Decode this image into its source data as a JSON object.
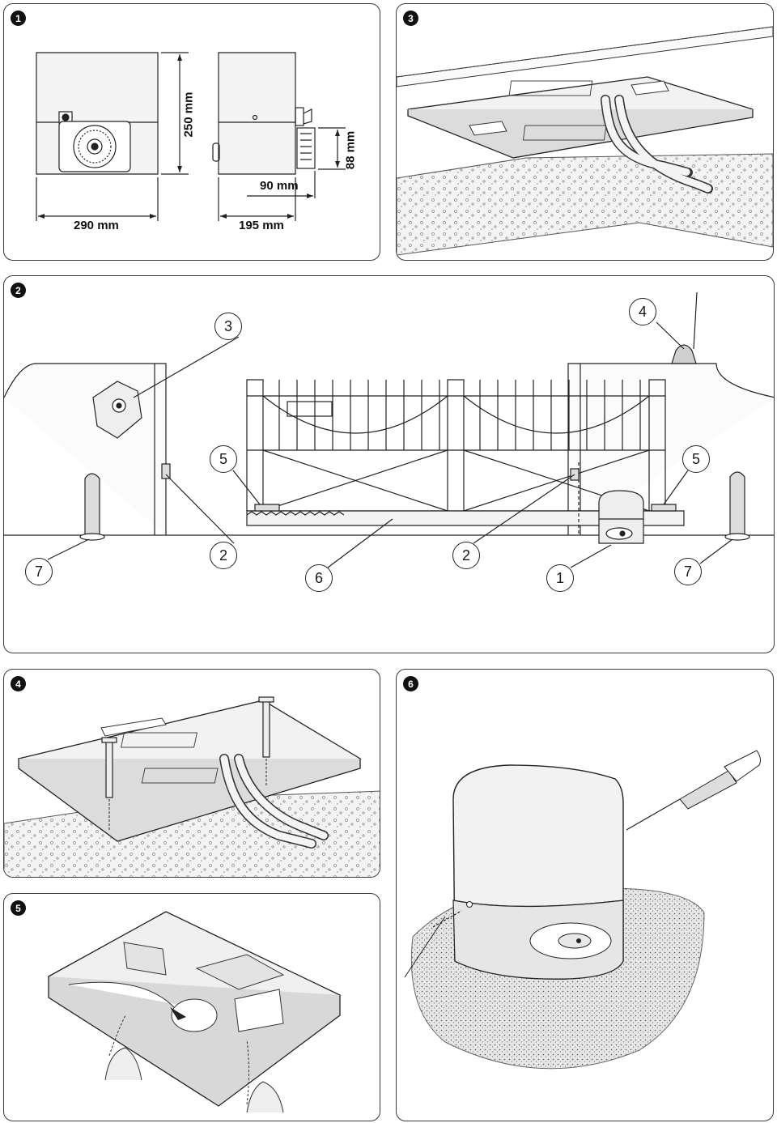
{
  "panels": [
    {
      "badge": "1"
    },
    {
      "badge": "3"
    },
    {
      "badge": "2"
    },
    {
      "badge": "4"
    },
    {
      "badge": "6"
    },
    {
      "badge": "5"
    }
  ],
  "dimensions": {
    "height": "250 mm",
    "width_front": "290 mm",
    "width_side": "195 mm",
    "offset": "90 mm",
    "rack_height": "88 mm"
  },
  "callouts": {
    "motor": "1",
    "photocell": "2",
    "key_selector": "3",
    "flashing_light": "4",
    "limit_switch": "5",
    "rack": "6",
    "post_photocell": "7"
  }
}
